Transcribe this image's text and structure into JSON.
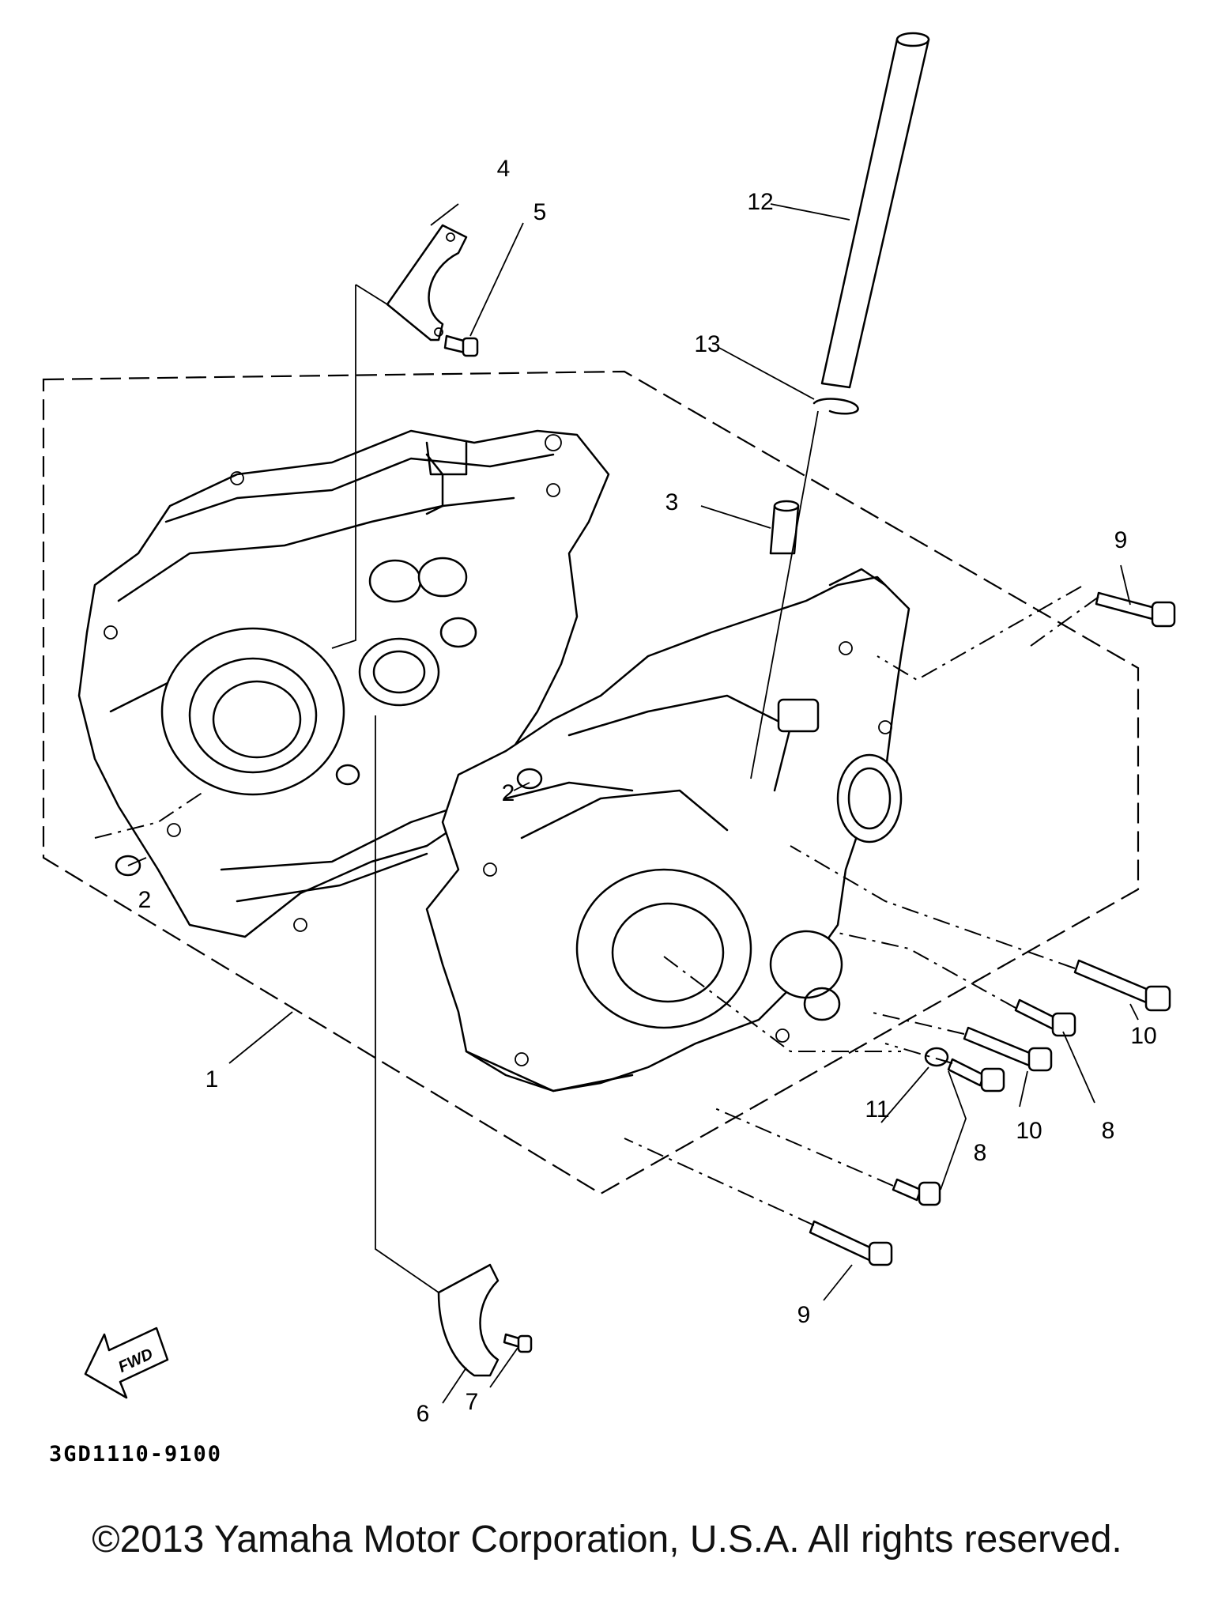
{
  "callouts": [
    {
      "id": "4",
      "label": "4"
    },
    {
      "id": "5",
      "label": "5"
    },
    {
      "id": "12",
      "label": "12"
    },
    {
      "id": "13",
      "label": "13"
    },
    {
      "id": "3",
      "label": "3"
    },
    {
      "id": "9a",
      "label": "9"
    },
    {
      "id": "2a",
      "label": "2"
    },
    {
      "id": "2b",
      "label": "2"
    },
    {
      "id": "1",
      "label": "1"
    },
    {
      "id": "10a",
      "label": "10"
    },
    {
      "id": "11",
      "label": "11"
    },
    {
      "id": "10b",
      "label": "10"
    },
    {
      "id": "8a",
      "label": "8"
    },
    {
      "id": "8b",
      "label": "8"
    },
    {
      "id": "9b",
      "label": "9"
    },
    {
      "id": "6",
      "label": "6"
    },
    {
      "id": "7",
      "label": "7"
    }
  ],
  "fwd_label": "FWD",
  "diagram_ref": "3GD1110-9100",
  "copyright": "©2013 Yamaha Motor Corporation, U.S.A. All rights reserved."
}
